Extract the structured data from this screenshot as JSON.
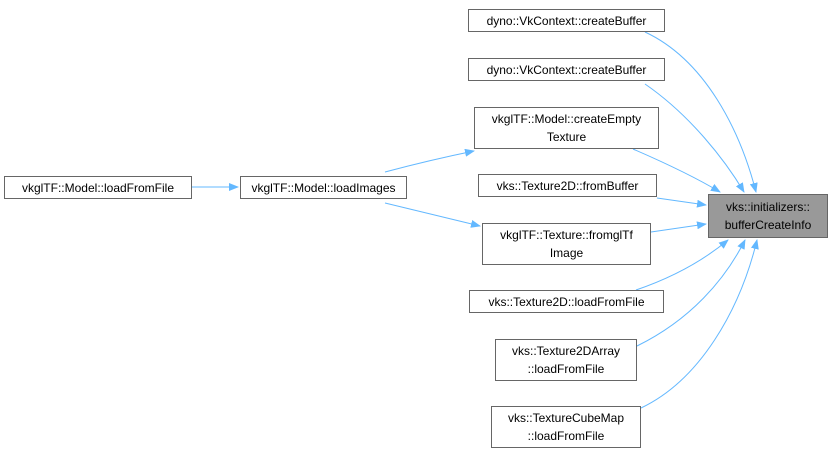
{
  "colors": {
    "edge": "#63b8ff",
    "node_border": "#666666",
    "focus_fill": "#999999",
    "background": "#ffffff"
  },
  "nodes": {
    "load_from_file_model": {
      "lines": [
        "vkglTF::Model::loadFromFile"
      ]
    },
    "load_images": {
      "lines": [
        "vkglTF::Model::loadImages"
      ]
    },
    "create_buffer_1": {
      "lines": [
        "dyno::VkContext::createBuffer"
      ]
    },
    "create_buffer_2": {
      "lines": [
        "dyno::VkContext::createBuffer"
      ]
    },
    "create_empty_texture": {
      "lines": [
        "vkglTF::Model::createEmpty",
        "Texture"
      ]
    },
    "from_buffer": {
      "lines": [
        "vks::Texture2D::fromBuffer"
      ]
    },
    "from_gltf_image": {
      "lines": [
        "vkglTF::Texture::fromglTf",
        "Image"
      ]
    },
    "texture2d_load": {
      "lines": [
        "vks::Texture2D::loadFromFile"
      ]
    },
    "texture2darray_load": {
      "lines": [
        "vks::Texture2DArray",
        "::loadFromFile"
      ]
    },
    "texturecube_load": {
      "lines": [
        "vks::TextureCubeMap",
        "::loadFromFile"
      ]
    },
    "buffer_create_info": {
      "lines": [
        "vks::initializers::",
        "bufferCreateInfo"
      ]
    }
  },
  "edges": [
    [
      "load_from_file_model",
      "load_images"
    ],
    [
      "load_images",
      "create_empty_texture"
    ],
    [
      "load_images",
      "from_gltf_image"
    ],
    [
      "create_buffer_1",
      "buffer_create_info"
    ],
    [
      "create_buffer_2",
      "buffer_create_info"
    ],
    [
      "create_empty_texture",
      "buffer_create_info"
    ],
    [
      "from_buffer",
      "buffer_create_info"
    ],
    [
      "from_gltf_image",
      "buffer_create_info"
    ],
    [
      "texture2d_load",
      "buffer_create_info"
    ],
    [
      "texture2darray_load",
      "buffer_create_info"
    ],
    [
      "texturecube_load",
      "buffer_create_info"
    ]
  ]
}
